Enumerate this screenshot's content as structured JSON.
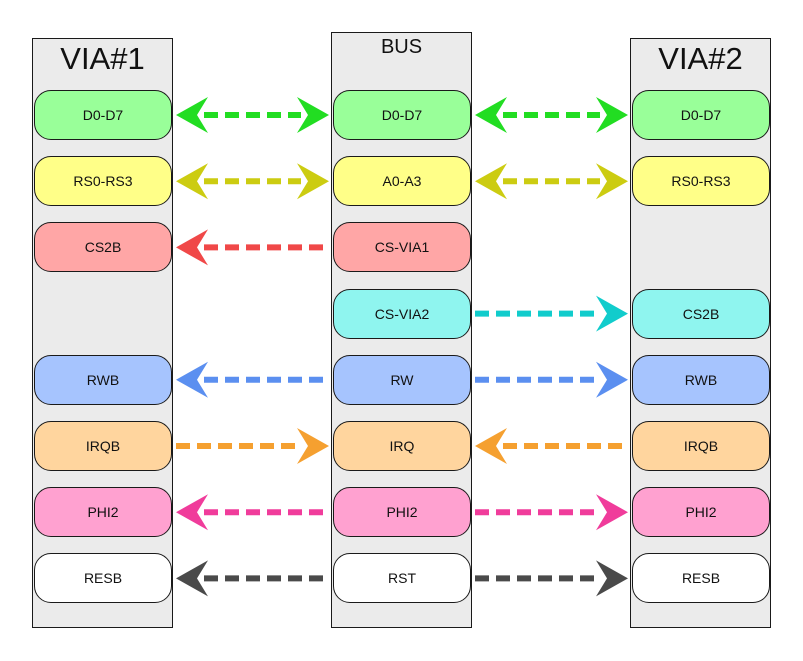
{
  "columns": {
    "via1": {
      "title": "VIA#1"
    },
    "bus": {
      "title": "BUS"
    },
    "via2": {
      "title": "VIA#2"
    }
  },
  "signals": [
    {
      "id": "d",
      "via1": "D0-D7",
      "bus": "D0-D7",
      "via2": "D0-D7",
      "color": "#22dd22",
      "fill": "#99ff99",
      "left": "both",
      "right": "both"
    },
    {
      "id": "rs",
      "via1": "RS0-RS3",
      "bus": "A0-A3",
      "via2": "RS0-RS3",
      "color": "#cccc11",
      "fill": "#ffff88",
      "left": "both",
      "right": "both"
    },
    {
      "id": "cs1",
      "via1": "CS2B",
      "bus": "CS-VIA1",
      "via2": "",
      "color": "#f04848",
      "fill": "#ffa6a6",
      "left": "to-via",
      "right": "none"
    },
    {
      "id": "cs2",
      "via1": "",
      "bus": "CS-VIA2",
      "via2": "CS2B",
      "color": "#11cccc",
      "fill": "#8ff5ef",
      "left": "none",
      "right": "to-via"
    },
    {
      "id": "rw",
      "via1": "RWB",
      "bus": "RW",
      "via2": "RWB",
      "color": "#5b8ff0",
      "fill": "#a6c4fe",
      "left": "to-via",
      "right": "to-via"
    },
    {
      "id": "irq",
      "via1": "IRQB",
      "bus": "IRQ",
      "via2": "IRQB",
      "color": "#f5a030",
      "fill": "#ffd59e",
      "left": "to-bus",
      "right": "to-bus"
    },
    {
      "id": "phi",
      "via1": "PHI2",
      "bus": "PHI2",
      "via2": "PHI2",
      "color": "#f03c9b",
      "fill": "#ffa1d0",
      "left": "to-via",
      "right": "to-via"
    },
    {
      "id": "rst",
      "via1": "RESB",
      "bus": "RST",
      "via2": "RESB",
      "color": "#4a4a4a",
      "fill": "#ffffff",
      "left": "to-via",
      "right": "to-via"
    }
  ]
}
